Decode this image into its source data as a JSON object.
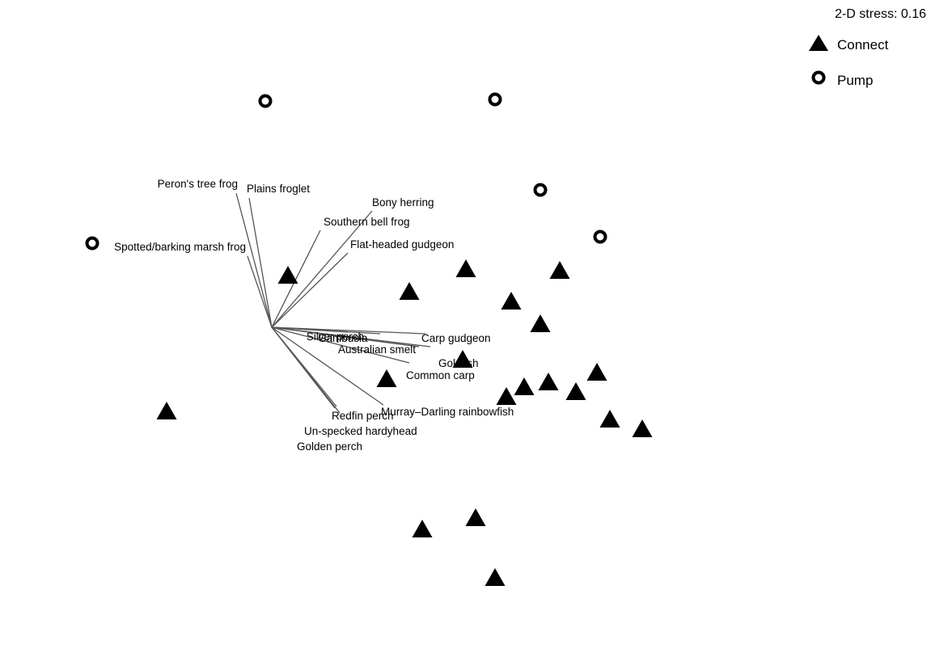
{
  "chart_data": {
    "type": "scatter",
    "title": "",
    "xlabel": "",
    "ylabel": "",
    "stress_label": "2-D stress: 0.16",
    "legend": [
      {
        "name": "Connect",
        "marker": "triangle"
      },
      {
        "name": "Pump",
        "marker": "circle"
      }
    ],
    "legend_position": "top-right",
    "xlim": [
      -1.7,
      2.0
    ],
    "ylim": [
      -1.7,
      1.1
    ],
    "series": [
      {
        "name": "Connect",
        "marker": "triangle",
        "color": "#000000",
        "points": [
          {
            "x": -1.2,
            "y": -0.52
          },
          {
            "x": -0.45,
            "y": 0.32
          },
          {
            "x": 0.3,
            "y": 0.22
          },
          {
            "x": 0.65,
            "y": 0.36
          },
          {
            "x": 0.93,
            "y": 0.16
          },
          {
            "x": 1.23,
            "y": 0.35
          },
          {
            "x": 1.11,
            "y": 0.02
          },
          {
            "x": 0.16,
            "y": -0.32
          },
          {
            "x": 0.63,
            "y": -0.2
          },
          {
            "x": 0.9,
            "y": -0.43
          },
          {
            "x": 1.01,
            "y": -0.37
          },
          {
            "x": 1.16,
            "y": -0.34
          },
          {
            "x": 1.33,
            "y": -0.4
          },
          {
            "x": 1.46,
            "y": -0.28
          },
          {
            "x": 1.54,
            "y": -0.57
          },
          {
            "x": 1.74,
            "y": -0.63
          },
          {
            "x": 0.71,
            "y": -1.18
          },
          {
            "x": 0.38,
            "y": -1.25
          },
          {
            "x": 0.83,
            "y": -1.55
          }
        ]
      },
      {
        "name": "Pump",
        "marker": "circle",
        "color": "#000000",
        "points": [
          {
            "x": -1.66,
            "y": 0.52
          },
          {
            "x": -0.59,
            "y": 1.4
          },
          {
            "x": 0.83,
            "y": 1.41
          },
          {
            "x": 1.11,
            "y": 0.85
          },
          {
            "x": 1.48,
            "y": 0.56
          }
        ]
      }
    ],
    "vectors": [
      {
        "label": "Peron's tree frog",
        "x": -0.22,
        "y": 0.83
      },
      {
        "label": "Plains froglet",
        "x": -0.14,
        "y": 0.8
      },
      {
        "label": "Bony herring",
        "x": 0.62,
        "y": 0.72
      },
      {
        "label": "Southern bell frog",
        "x": 0.3,
        "y": 0.6
      },
      {
        "label": "Flat-headed gudgeon",
        "x": 0.47,
        "y": 0.46
      },
      {
        "label": "Spotted/barking marsh frog",
        "x": -0.15,
        "y": 0.44
      },
      {
        "label": "Silver perch",
        "x": 0.47,
        "y": -0.03
      },
      {
        "label": "Gambusia",
        "x": 0.67,
        "y": -0.04
      },
      {
        "label": "Carp gudgeon",
        "x": 0.95,
        "y": -0.04
      },
      {
        "label": "Australian smelt",
        "x": 0.91,
        "y": -0.12
      },
      {
        "label": "Goldfish",
        "x": 0.98,
        "y": -0.12
      },
      {
        "label": "Common carp",
        "x": 0.85,
        "y": -0.22
      },
      {
        "label": "Murray–Darling rainbowfish",
        "x": 0.69,
        "y": -0.48
      },
      {
        "label": "Redfin perch",
        "x": 0.4,
        "y": -0.49
      },
      {
        "label": "Un-specked hardyhead",
        "x": 0.39,
        "y": -0.5
      },
      {
        "label": "Golden perch",
        "x": 0.42,
        "y": -0.53
      }
    ],
    "vector_origin": {
      "x": -0.55,
      "y": 0.0
    }
  }
}
